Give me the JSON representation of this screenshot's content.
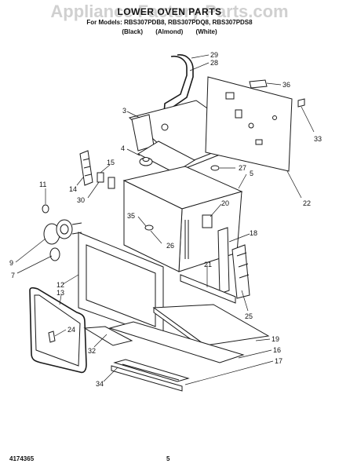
{
  "header": {
    "watermark": "Appliance Factory Parts.com",
    "title": "LOWER OVEN PARTS",
    "models": "For Models: RBS307PDB8, RBS307PDQ8, RBS307PDS8",
    "colors": "(Black) (Almond) (White)"
  },
  "footer": {
    "doc_number": "4174365",
    "page": "5"
  },
  "callouts": [
    {
      "id": "c29",
      "text": "29"
    },
    {
      "id": "c28",
      "text": "28"
    },
    {
      "id": "c36",
      "text": "36"
    },
    {
      "id": "c3",
      "text": "3"
    },
    {
      "id": "c33",
      "text": "33"
    },
    {
      "id": "c4",
      "text": "4"
    },
    {
      "id": "c15",
      "text": "15"
    },
    {
      "id": "c27",
      "text": "27"
    },
    {
      "id": "c5",
      "text": "5"
    },
    {
      "id": "c11",
      "text": "11"
    },
    {
      "id": "c14",
      "text": "14"
    },
    {
      "id": "c30",
      "text": "30"
    },
    {
      "id": "c22",
      "text": "22"
    },
    {
      "id": "c35",
      "text": "35"
    },
    {
      "id": "c20",
      "text": "20"
    },
    {
      "id": "c18",
      "text": "18"
    },
    {
      "id": "c26",
      "text": "26"
    },
    {
      "id": "c9",
      "text": "9"
    },
    {
      "id": "c7",
      "text": "7"
    },
    {
      "id": "c21",
      "text": "21"
    },
    {
      "id": "c12",
      "text": "12"
    },
    {
      "id": "c13",
      "text": "13"
    },
    {
      "id": "c25",
      "text": "25"
    },
    {
      "id": "c24",
      "text": "24"
    },
    {
      "id": "c19",
      "text": "19"
    },
    {
      "id": "c16",
      "text": "16"
    },
    {
      "id": "c17",
      "text": "17"
    },
    {
      "id": "c32",
      "text": "32"
    },
    {
      "id": "c34",
      "text": "34"
    }
  ]
}
